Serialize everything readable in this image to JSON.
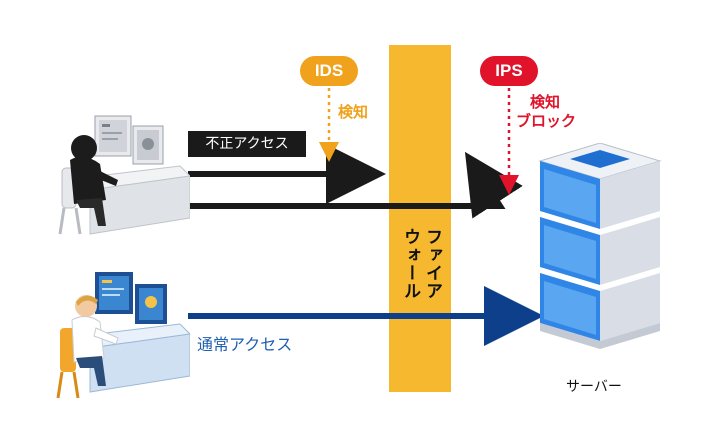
{
  "labels": {
    "ids": "IDS",
    "ips": "IPS",
    "ids_detect": "検知",
    "ips_detect_line1": "検知",
    "ips_detect_line2": "ブロック",
    "unauthorized_access": "不正アクセス",
    "normal_access": "通常アクセス",
    "firewall_line1": "ファイア",
    "firewall_line2": "ウォール",
    "server": "サーバー"
  },
  "colors": {
    "ids": "#f0a21c",
    "ips": "#e0132b",
    "firewall": "#f5b82e",
    "normal_arrow": "#0d3f8a",
    "normal_text": "#1f5fb0",
    "attack_arrow": "#1a1a1a"
  },
  "icons": {
    "attacker": "hooded-hacker-at-desk",
    "user": "office-worker-at-desk",
    "server": "server-rack"
  }
}
